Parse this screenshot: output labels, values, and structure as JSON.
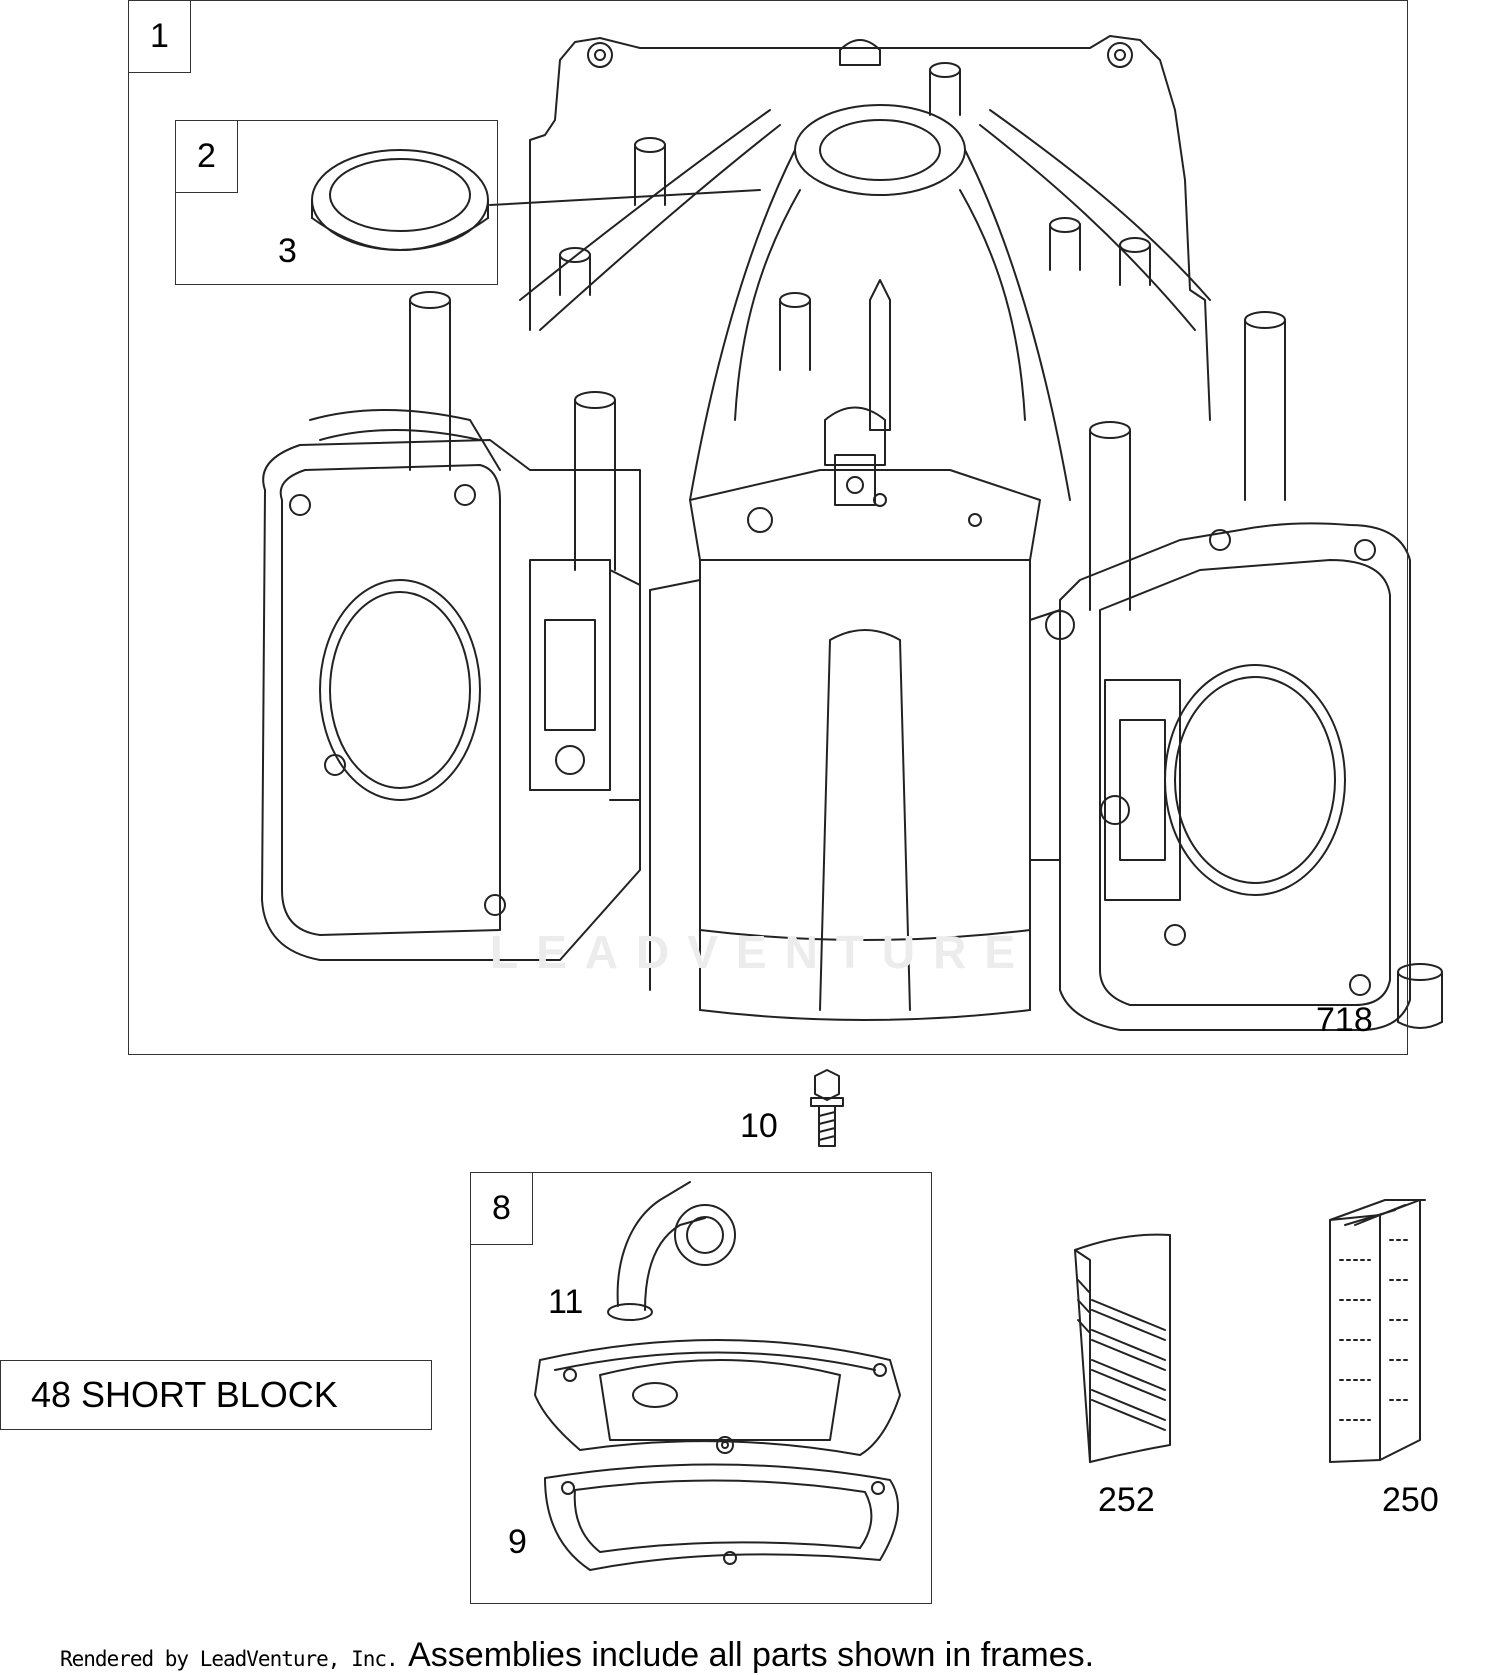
{
  "frames": {
    "block": {
      "number": "1"
    },
    "seal_kit": {
      "number": "2"
    },
    "breather_kit": {
      "number": "8"
    }
  },
  "callouts": {
    "seal": "3",
    "dowel": "718",
    "screw": "10",
    "tube": "11",
    "gasket": "9",
    "filter_252": "252",
    "filter_250": "250"
  },
  "short_block_label": "48 SHORT BLOCK",
  "watermark": "LEADVENTURE",
  "footer": {
    "credit": "Rendered by LeadVenture, Inc.",
    "note": "Assemblies include all parts shown in frames."
  }
}
